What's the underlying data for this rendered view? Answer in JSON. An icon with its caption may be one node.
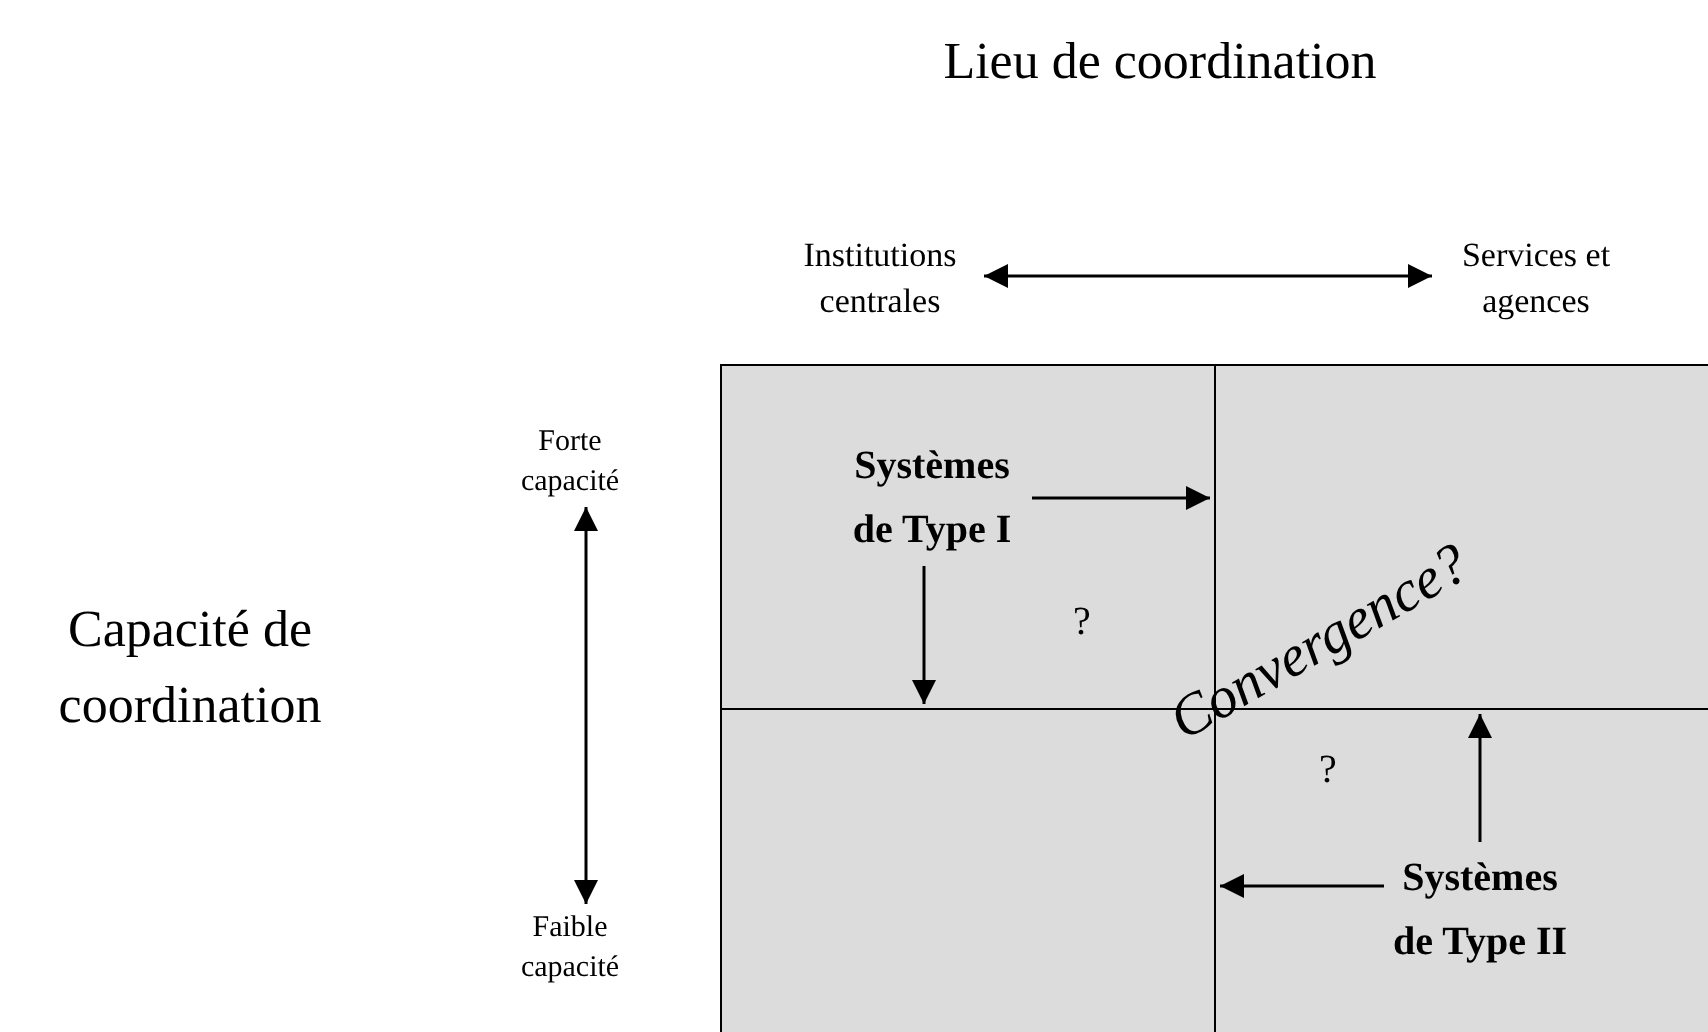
{
  "diagram": {
    "title": "Lieu de coordination",
    "nodes": [
      {
        "text": [
          "Institutions centrales"
        ]
      },
      {
        "text": [
          "Services et agences"
        ]
      },
      {
        "text": [
          "Forte capacité"
        ]
      },
      {
        "text": [
          "Faible capacité"
        ]
      },
      {
        "text": [],
        "shape": "box"
      },
      {
        "text": [],
        "shape": "box"
      },
      {
        "text": [],
        "shape": "box"
      },
      {
        "text": [],
        "shape": "box"
      },
      {
        "text": [
          "Systèmes de Type I"
        ],
        "in": 4
      },
      {
        "text": [
          "Systèmes de Type II"
        ],
        "in": 7
      }
    ],
    "edges": [
      {
        "from": 0,
        "to": 1,
        "arrow": "both"
      },
      {
        "from": 2,
        "to": 3,
        "arrow": "both"
      },
      {
        "from": 8,
        "to": 5,
        "arrow": "to"
      },
      {
        "from": 8,
        "to": 6,
        "arrow": "to"
      },
      {
        "from": 9,
        "to": 5,
        "arrow": "to"
      },
      {
        "from": 9,
        "to": 6,
        "arrow": "to"
      }
    ],
    "labels": [
      "Capacité de coordination",
      "?",
      "Convergence?",
      "?"
    ]
  }
}
